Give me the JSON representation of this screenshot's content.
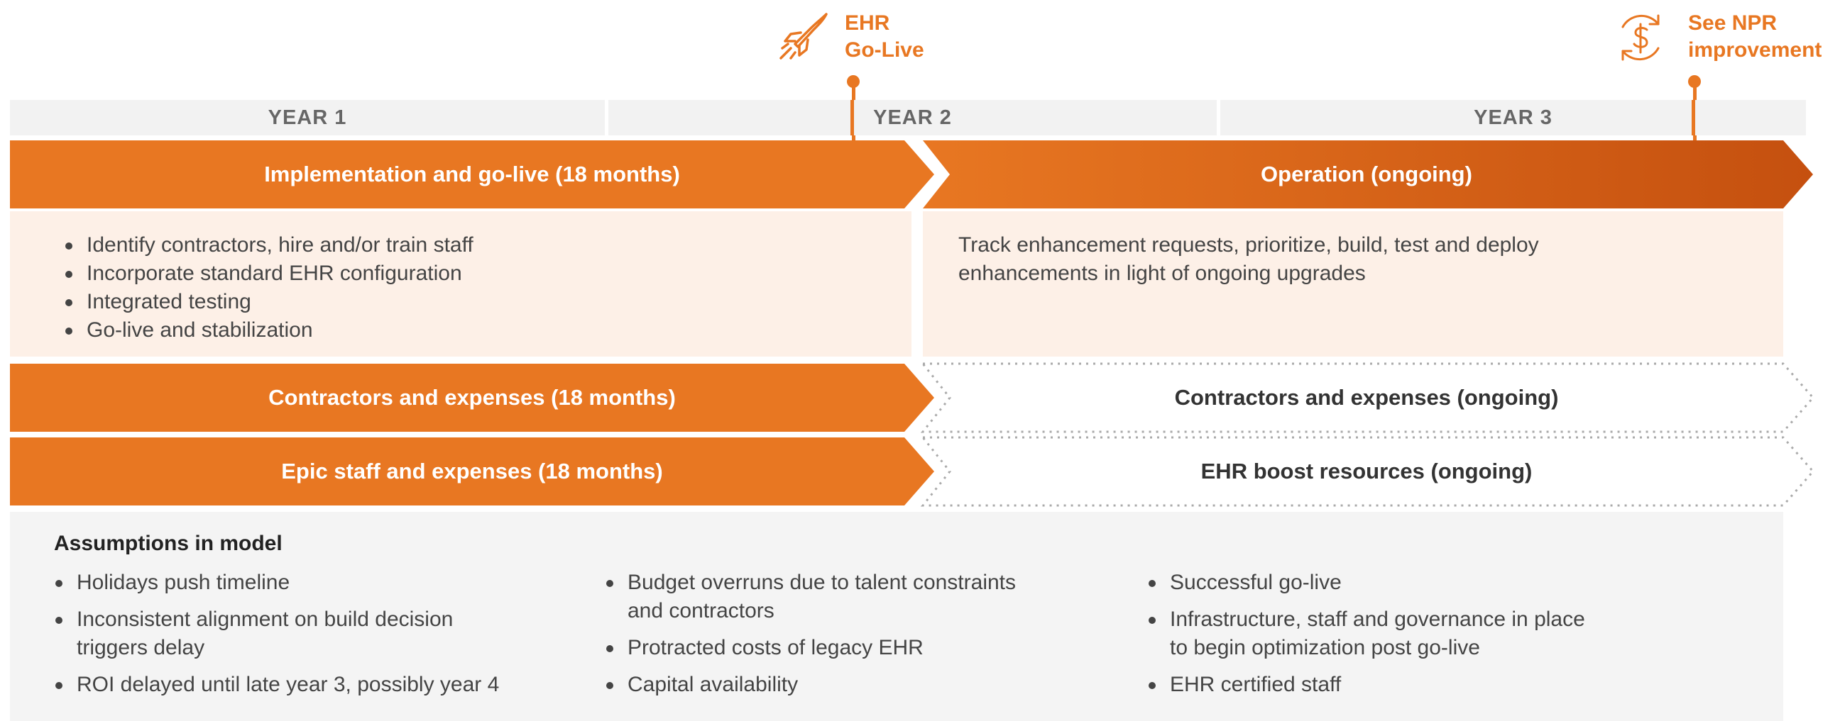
{
  "milestones": {
    "go_live": {
      "line1": "EHR",
      "line2": "Go-Live",
      "icon": "rocket-icon"
    },
    "npr": {
      "line1": "See NPR",
      "line2": "improvement",
      "icon": "dollar-cycle-icon"
    }
  },
  "years": [
    "YEAR 1",
    "YEAR 2",
    "YEAR 3"
  ],
  "bands": {
    "implementation": "Implementation and go-live (18 months)",
    "operation": "Operation (ongoing)",
    "contractors_18": "Contractors and expenses (18 months)",
    "contractors_ongoing": "Contractors and expenses (ongoing)",
    "epic_staff": "Epic staff and expenses (18 months)",
    "ehr_boost": "EHR boost resources (ongoing)"
  },
  "implementation_tasks": [
    "Identify contractors, hire and/or train staff",
    "Incorporate standard EHR configuration",
    "Integrated testing",
    "Go-live and stabilization"
  ],
  "operation_description_lines": [
    "Track enhancement requests, prioritize, build, test and deploy",
    "enhancements in light of ongoing upgrades"
  ],
  "assumptions": {
    "title": "Assumptions in model",
    "columns": [
      [
        [
          "Holidays push timeline"
        ],
        [
          "Inconsistent alignment on build decision",
          "triggers delay"
        ],
        [
          "ROI delayed until late year 3, possibly year 4"
        ]
      ],
      [
        [
          "Budget overruns due to talent constraints",
          "and contractors"
        ],
        [
          "Protracted costs of legacy EHR"
        ],
        [
          "Capital availability"
        ]
      ],
      [
        [
          "Successful go-live"
        ],
        [
          "Infrastructure, staff and governance in place",
          "to begin optimization post go-live"
        ],
        [
          "EHR certified staff"
        ]
      ]
    ]
  },
  "colors": {
    "accent_orange": "#e87722",
    "dark_orange": "#c5500f",
    "light_peach": "#fdf0e7",
    "light_gray": "#f2f2f2"
  }
}
